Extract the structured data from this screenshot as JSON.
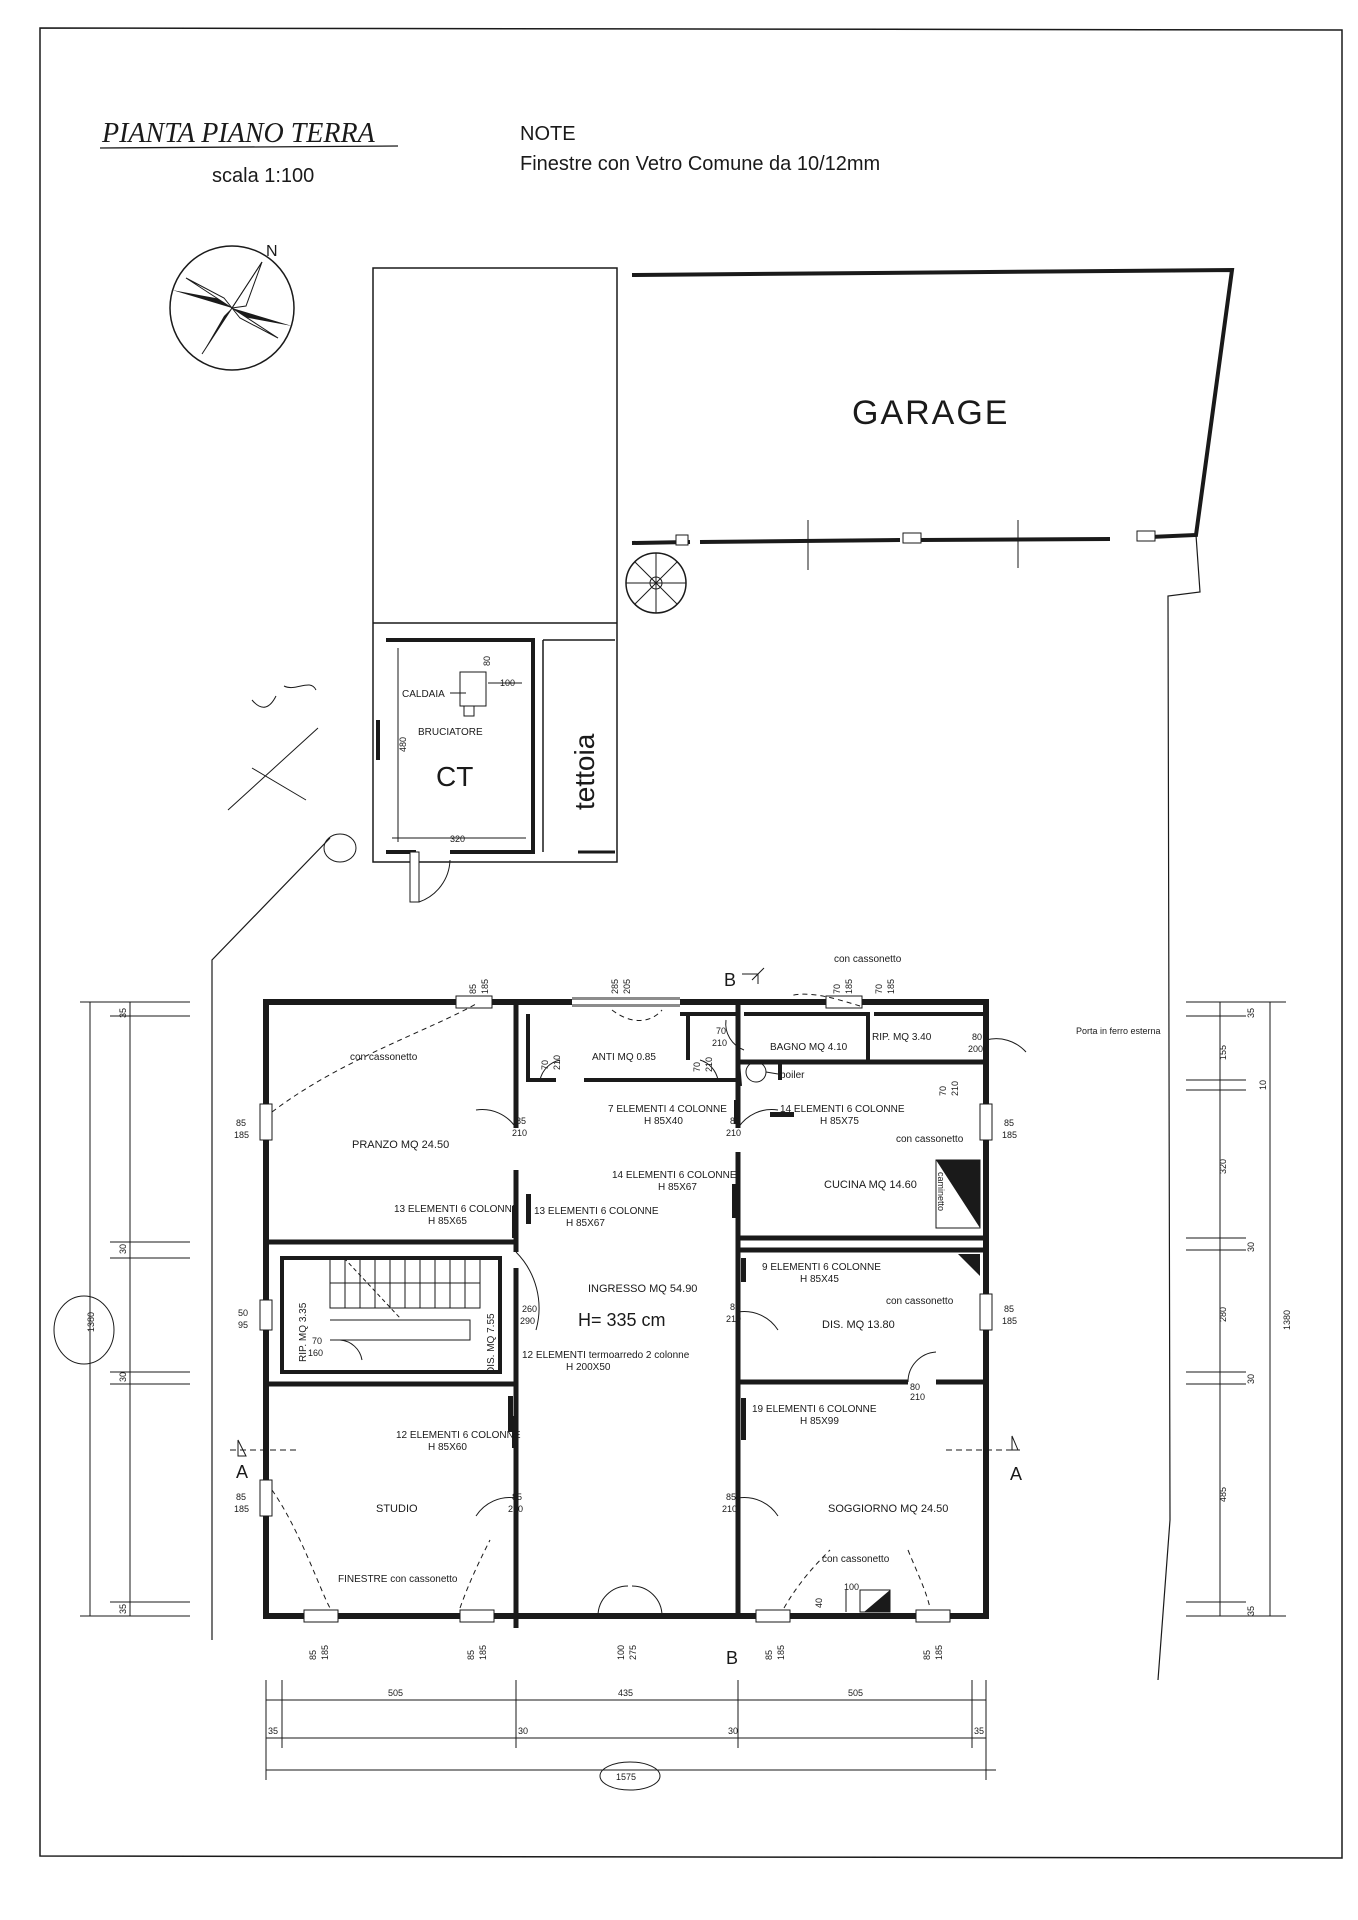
{
  "header": {
    "title": "PIANTA PIANO TERRA",
    "scale": "scala 1:100",
    "note_title": "NOTE",
    "note_text": "Finestre con Vetro Comune da 10/12mm"
  },
  "compass": {
    "north": "N"
  },
  "outbuildings": {
    "garage": "GARAGE",
    "ct": "CT",
    "tettoia": "tettoia",
    "caldaia": "CALDAIA",
    "bruciatore": "BRUCIATORE",
    "dim_80": "80",
    "dim_100": "100",
    "dim_480": "480",
    "dim_320": "320"
  },
  "rooms": {
    "pranzo": "PRANZO MQ 24.50",
    "anti": "ANTI MQ 0.85",
    "bagno": "BAGNO MQ 4.10",
    "rip_top": "RIP. MQ 3.40",
    "cucina": "CUCINA MQ 14.60",
    "ingresso": "INGRESSO MQ 54.90",
    "height": "H= 335 cm",
    "dis_right": "DIS. MQ 13.80",
    "dis_left": "DIS. MQ 7.55",
    "rip_left": "RIP. MQ 3.35",
    "studio": "STUDIO",
    "soggiorno": "SOGGIORNO MQ 24.50"
  },
  "radiators": {
    "r1": "7 ELEMENTI 4 COLONNE",
    "r1h": "H 85X40",
    "r2": "14 ELEMENTI 6 COLONNE",
    "r2h": "H 85X75",
    "r3": "14 ELEMENTI 6 COLONNE",
    "r3h": "H 85X67",
    "r4": "13 ELEMENTI 6 COLONNE",
    "r4h": "H 85X65",
    "r5": "13 ELEMENTI 6 COLONNE",
    "r5h": "H 85X67",
    "r6": "9 ELEMENTI 6 COLONNE",
    "r6h": "H 85X45",
    "r7": "12 ELEMENTI termoarredo 2 colonne",
    "r7h": "H 200X50",
    "r8": "12 ELEMENTI 6 COLONNE",
    "r8h": "H 85X60",
    "r9": "19 ELEMENTI 6 COLONNE",
    "r9h": "H 85X99"
  },
  "annotations": {
    "con_cassonetto": "con cassonetto",
    "finestre_cassonetto": "FINESTRE con cassonetto",
    "boiler": "boiler",
    "camino": "caminetto",
    "porta_ferro": "Porta in ferro esterna",
    "section_a": "A",
    "section_b": "B"
  },
  "door_dims": {
    "d85_210": [
      "85",
      "210"
    ],
    "d70_210": [
      "70",
      "210"
    ],
    "d80_200": [
      "80",
      "200"
    ],
    "d260_290": [
      "260",
      "290"
    ],
    "d70_160": [
      "70",
      "160"
    ],
    "d80_210": [
      "80",
      "210"
    ],
    "d100_275": [
      "100",
      "275"
    ],
    "w85_185": [
      "85",
      "185"
    ],
    "w70_185": [
      "70",
      "185"
    ],
    "w50_95": [
      "50",
      "95"
    ],
    "w285_205": [
      "285",
      "205"
    ],
    "d40": "40",
    "d100": "100"
  },
  "dimensions": {
    "bottom_505_l": "505",
    "bottom_435": "435",
    "bottom_505_r": "505",
    "bottom_35_l": "35",
    "bottom_30_l": "30",
    "bottom_30_r": "30",
    "bottom_35_r": "35",
    "total_1575": "1575",
    "left_35_t": "35",
    "left_30_a": "30",
    "left_1380": "1380",
    "left_30_b": "30",
    "left_35_b": "35",
    "right_35_t": "35",
    "right_155": "155",
    "right_10": "10",
    "right_320": "320",
    "right_30_a": "30",
    "right_280": "280",
    "right_30_b": "30",
    "right_485": "485",
    "right_35_b": "35",
    "right_1380": "1380"
  }
}
